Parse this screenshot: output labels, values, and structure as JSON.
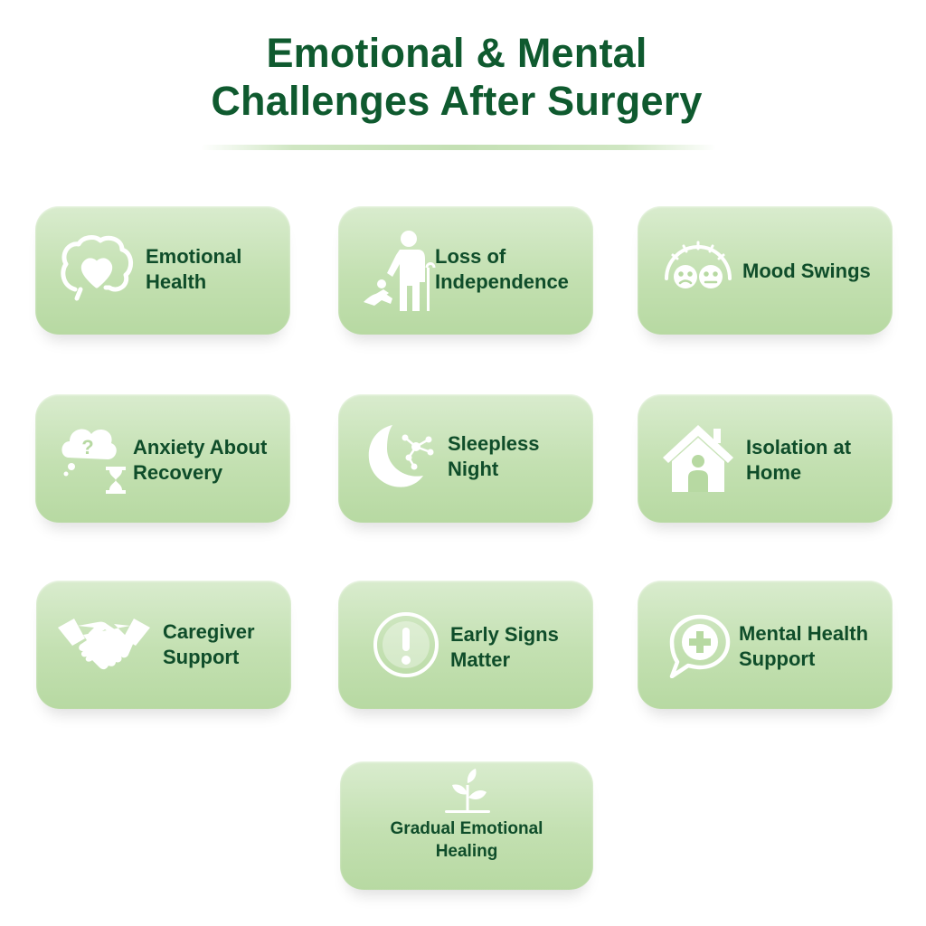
{
  "title": {
    "line1": "Emotional & Mental",
    "line2": "Challenges After Surgery"
  },
  "cards": [
    {
      "label": "Emotional\nHealth",
      "icon": "brain-heart-icon"
    },
    {
      "label": "Loss of\nIndependence",
      "icon": "person-cane-icon"
    },
    {
      "label": "Mood Swings",
      "icon": "mood-gauge-icon"
    },
    {
      "label": "Anxiety About\nRecovery",
      "icon": "question-cloud-hourglass-icon"
    },
    {
      "label": "Sleepless\nNight",
      "icon": "moon-network-icon"
    },
    {
      "label": "Isolation at\nHome",
      "icon": "house-person-icon"
    },
    {
      "label": "Caregiver\nSupport",
      "icon": "handshake-icon"
    },
    {
      "label": "Early Signs\nMatter",
      "icon": "alert-circle-icon"
    },
    {
      "label": "Mental Health\nSupport",
      "icon": "medical-chat-icon"
    },
    {
      "label": "Gradual Emotional\nHealing",
      "icon": "sprout-icon"
    }
  ],
  "colors": {
    "title": "#0f5a2f",
    "label": "#0f4d2a",
    "card_top": "#d9ecce",
    "card_bottom": "#b7d9a2",
    "icon": "#ffffff"
  }
}
